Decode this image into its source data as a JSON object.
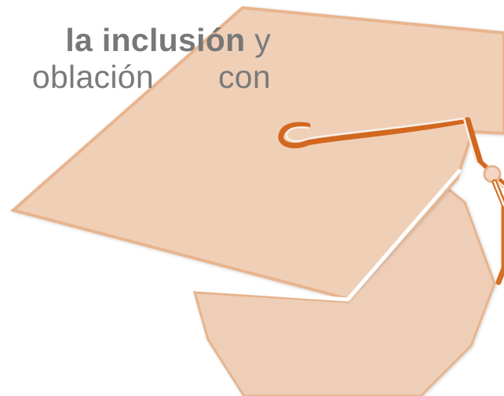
{
  "text": {
    "line1_bold": "la inclusión",
    "line1_rest": " y",
    "line2_start": "oblación",
    "line2_end": "con"
  },
  "colors": {
    "cap_fill": "#f0cfb8",
    "cap_stroke": "#e7b48f",
    "tassel": "#d46f24",
    "text": "#7a7a7a"
  },
  "icons": {
    "cap": "graduation-cap-icon"
  }
}
